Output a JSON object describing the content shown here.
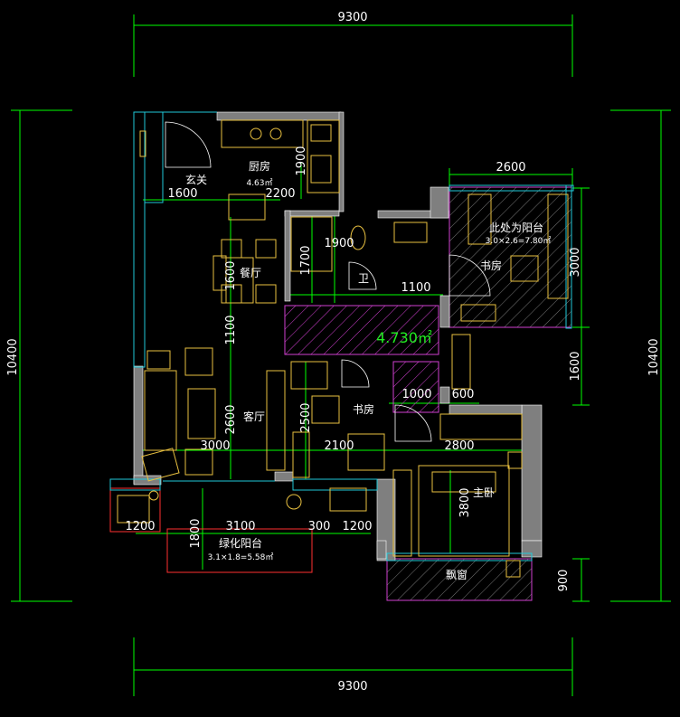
{
  "dimensions": {
    "top": "9300",
    "bottom": "9300",
    "left": "10400",
    "right_total": "10400",
    "right_3000": "3000",
    "right_1600": "1600",
    "right_900": "900",
    "top_2600": "2600",
    "d1600_entry": "1600",
    "d2200": "2200",
    "d1900_kitchen": "1900",
    "d1900_bath": "1900",
    "d1700": "1700",
    "d1600_dining": "1600",
    "d1100_left": "1100",
    "d1100_bath": "1100",
    "d2600_living": "2600",
    "d3000_living": "3000",
    "d2500": "2500",
    "d2100": "2100",
    "d1000": "1000",
    "d600": "600",
    "d2800": "2800",
    "d3800": "3800",
    "d1200_left": "1200",
    "d1800": "1800",
    "d3100": "3100",
    "d300": "300",
    "d1200_mid": "1200"
  },
  "rooms": {
    "entry": "玄关",
    "kitchen": "厨房",
    "kitchen_area": "4.63㎡",
    "dining": "餐厅",
    "living": "客厅",
    "bath": "卫",
    "study_center": "书房",
    "study_right": "书房",
    "balcony_note": "此处为阳台",
    "balcony_note_area": "3.0×2.6=7.80㎡",
    "master": "主卧",
    "bay_window": "飘窗",
    "green_balcony": "绿化阳台",
    "green_balcony_area": "3.1×1.8=5.58㎡"
  },
  "highlight_area": "4.730㎡",
  "colors": {
    "dimension_line": "#00ff00",
    "wall_fill": "#7f7f7f",
    "furniture": "#e8c040",
    "window": "#20c8d8",
    "accent": "#d040d0",
    "area_text": "#22ee22",
    "background": "#000000"
  }
}
